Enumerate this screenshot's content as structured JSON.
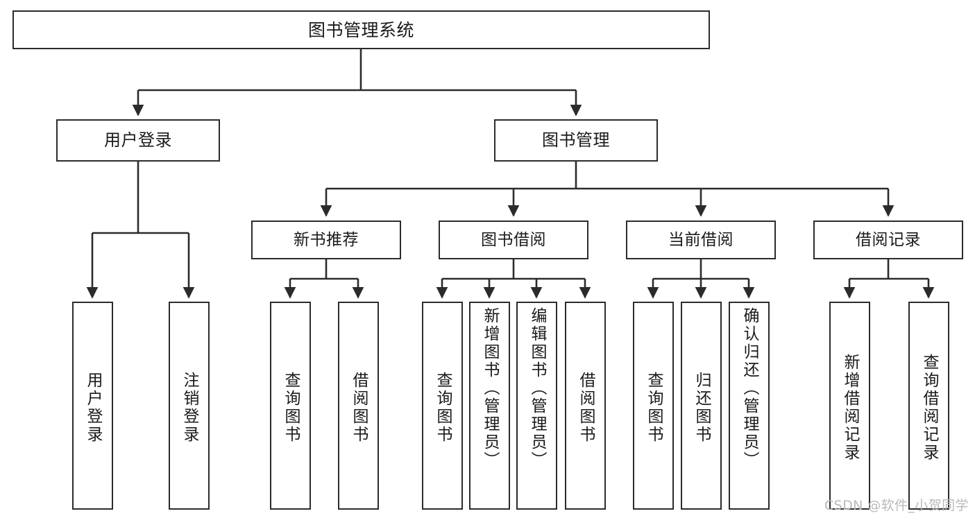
{
  "diagram": {
    "title": "图书管理系统",
    "type": "tree",
    "orientation": "top-down",
    "edge_style": "orthogonal-arrow",
    "colors": {
      "box_border": "#2b2b2b",
      "box_fill": "#ffffff",
      "edge": "#2b2b2b",
      "text": "#1a1a1a",
      "watermark": "#b9b9b9",
      "canvas": "#ffffff"
    }
  },
  "watermark": {
    "text": "CSDN @软件_小贺同学"
  },
  "nodes": {
    "root": {
      "label": "图书管理系统"
    },
    "level2": [
      {
        "label": "用户登录"
      },
      {
        "label": "图书管理"
      }
    ],
    "level3": [
      {
        "label": "新书推荐"
      },
      {
        "label": "图书借阅"
      },
      {
        "label": "当前借阅"
      },
      {
        "label": "借阅记录"
      }
    ],
    "leaves": {
      "user_login": [
        {
          "label": "用户登录"
        },
        {
          "label": "注销登录"
        }
      ],
      "new_book_recommend": [
        {
          "label": "查询图书"
        },
        {
          "label": "借阅图书"
        }
      ],
      "book_borrow": [
        {
          "label": "查询图书"
        },
        {
          "label": "新增图书（管理员）"
        },
        {
          "label": "编辑图书（管理员）"
        },
        {
          "label": "借阅图书"
        }
      ],
      "current_borrow": [
        {
          "label": "查询图书"
        },
        {
          "label": "归还图书"
        },
        {
          "label": "确认归还（管理员）"
        }
      ],
      "borrow_record": [
        {
          "label": "新增借阅记录"
        },
        {
          "label": "查询借阅记录"
        }
      ]
    }
  }
}
